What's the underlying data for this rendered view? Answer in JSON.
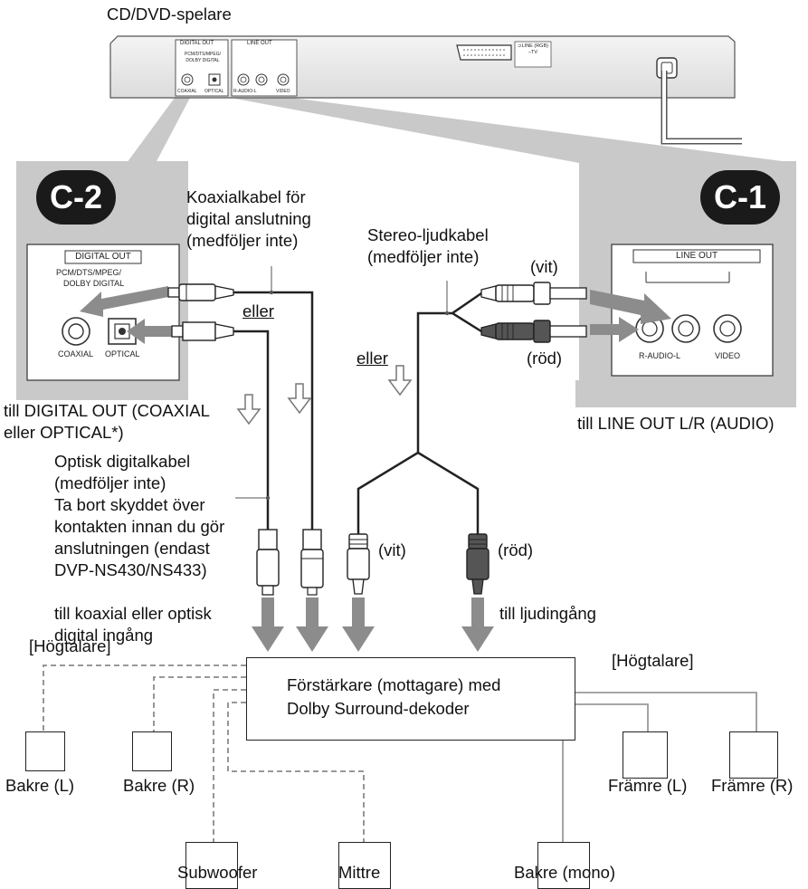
{
  "title": "CD/DVD-spelare",
  "player": {
    "digital_out": "DIGITAL OUT",
    "digital_formats": "PCM/DTS/MPEG/ DOLBY DIGITAL",
    "coaxial": "COAXIAL",
    "optical": "OPTICAL",
    "line_out": "LINE OUT",
    "r_audio_l": "R-AUDIO-L",
    "video": "VIDEO",
    "scart_label": "⊃LINE (RGB) –TV"
  },
  "c2": {
    "badge": "C-2",
    "panel_title": "DIGITAL OUT",
    "formats_line1": "PCM/DTS/MPEG/",
    "formats_line2": "DOLBY DIGITAL",
    "coaxial": "COAXIAL",
    "optical": "OPTICAL"
  },
  "c1": {
    "badge": "C-1",
    "panel_title": "LINE OUT",
    "r_audio_l": "R-AUDIO-L",
    "video": "VIDEO"
  },
  "labels": {
    "coax_cable_1": "Koaxialkabel för",
    "coax_cable_2": "digital anslutning",
    "coax_cable_3": "(medföljer inte)",
    "eller_1": "eller",
    "stereo_cable_1": "Stereo-ljudkabel",
    "stereo_cable_2": "(medföljer inte)",
    "vit_top": "(vit)",
    "rod_top": "(röd)",
    "eller_2": "eller",
    "to_digital_out_1": "till DIGITAL OUT (COAXIAL",
    "to_digital_out_2": "eller OPTICAL*)",
    "to_line_out": "till LINE OUT L/R (AUDIO)",
    "optical_cable_1": "Optisk digitalkabel",
    "optical_cable_2": "(medföljer inte)",
    "optical_cable_3": "Ta bort skyddet över",
    "optical_cable_4": "kontakten innan du gör",
    "optical_cable_5": "anslutningen (endast",
    "optical_cable_6": "DVP-NS430/NS433)",
    "vit_bottom": "(vit)",
    "rod_bottom": "(röd)",
    "to_coax_optical_1": "till koaxial eller optisk",
    "to_coax_optical_2": "digital ingång",
    "to_audio_in": "till ljudingång",
    "speakers_left": "[Högtalare]",
    "speakers_right": "[Högtalare]",
    "amp_1": "Förstärkare (mottagare) med",
    "amp_2": "Dolby Surround-dekoder"
  },
  "speakers": {
    "rear_l": "Bakre (L)",
    "rear_r": "Bakre (R)",
    "subwoofer": "Subwoofer",
    "center": "Mittre",
    "front_l": "Främre (L)",
    "front_r": "Främre (R)",
    "rear_mono": "Bakre (mono)"
  },
  "colors": {
    "panel_gray": "#c9c9c9",
    "arrow_gray": "#8c8c8c",
    "badge": "#1a1a1a",
    "dashed_line": "#8a8a8a",
    "solid_line": "#9a9a9a"
  }
}
